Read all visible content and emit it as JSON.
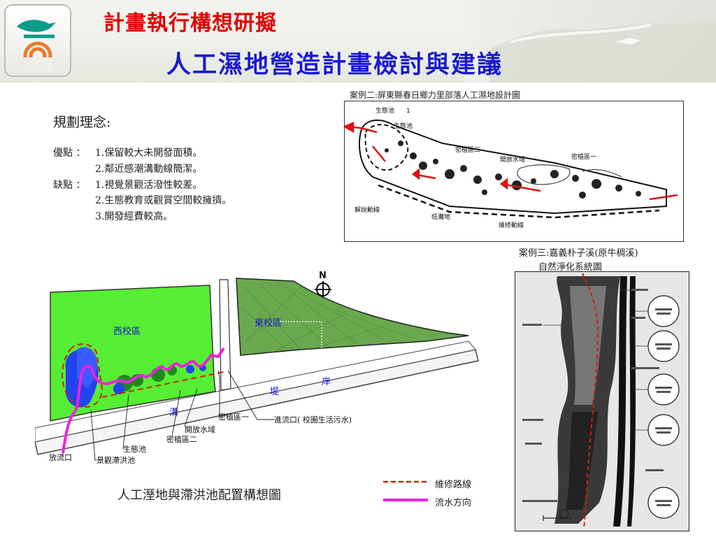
{
  "header": {
    "title": "計畫執行構想研擬",
    "subtitle": "人工濕地營造計畫檢討與建議"
  },
  "concept": {
    "title": "規劃理念:",
    "rows": [
      {
        "label": "優點 ：",
        "text": "1.保留較大未開發面積。"
      },
      {
        "label": "",
        "text": "2.鄰近感潮溝動線簡潔。"
      },
      {
        "label": "缺點 ：",
        "text": "1.視覺景觀活潑性較差。"
      },
      {
        "label": "",
        "text": "2.生態教育或觀賞空間較擁擠。"
      },
      {
        "label": "",
        "text": "3.開發經費較高。"
      }
    ]
  },
  "case2": {
    "caption": "案例二:屏東縣春日鄉力里部落人工濕地設計圖",
    "labels": {
      "eco_pond_1": "生態池",
      "eco_pond_2": "生態池",
      "dense_zone_2": "密植區二",
      "open_water": "開放水域",
      "dense_zone_1": "密植區一",
      "interpret_line": "解說動線",
      "low_marsh": "低灘地",
      "maint_line": "維修動線",
      "mark": "1"
    }
  },
  "case3": {
    "caption_line1": "案例三:嘉義朴子溪(原牛稠溪)",
    "caption_line2": "自然淨化系統圖"
  },
  "main_map": {
    "west_zone": "西校區",
    "east_zone": "東校區",
    "north": "N",
    "levee_chars": [
      "溝",
      "堤",
      "岸"
    ],
    "callouts": {
      "dense_1": "密植區一",
      "inlet": "進流口( 校園生活污水)",
      "open_water": "開放水域",
      "dense_2": "密植區二",
      "eco_pond": "生態池",
      "landscape_pond": "景觀滯洪池",
      "outlet": "放流口"
    },
    "caption": "人工溼地與滯洪池配置構想圖"
  },
  "legend": {
    "maint_route": "維修路線",
    "flow_dir": "流水方向"
  },
  "colors": {
    "title_red": "#e00000",
    "subtitle_blue": "#1a1ad0",
    "west_green": "#55ee33",
    "east_green": "#6aa84f",
    "route_red": "#cc2200",
    "flow_magenta": "#ee22dd",
    "water_blue": "#2244ee"
  }
}
